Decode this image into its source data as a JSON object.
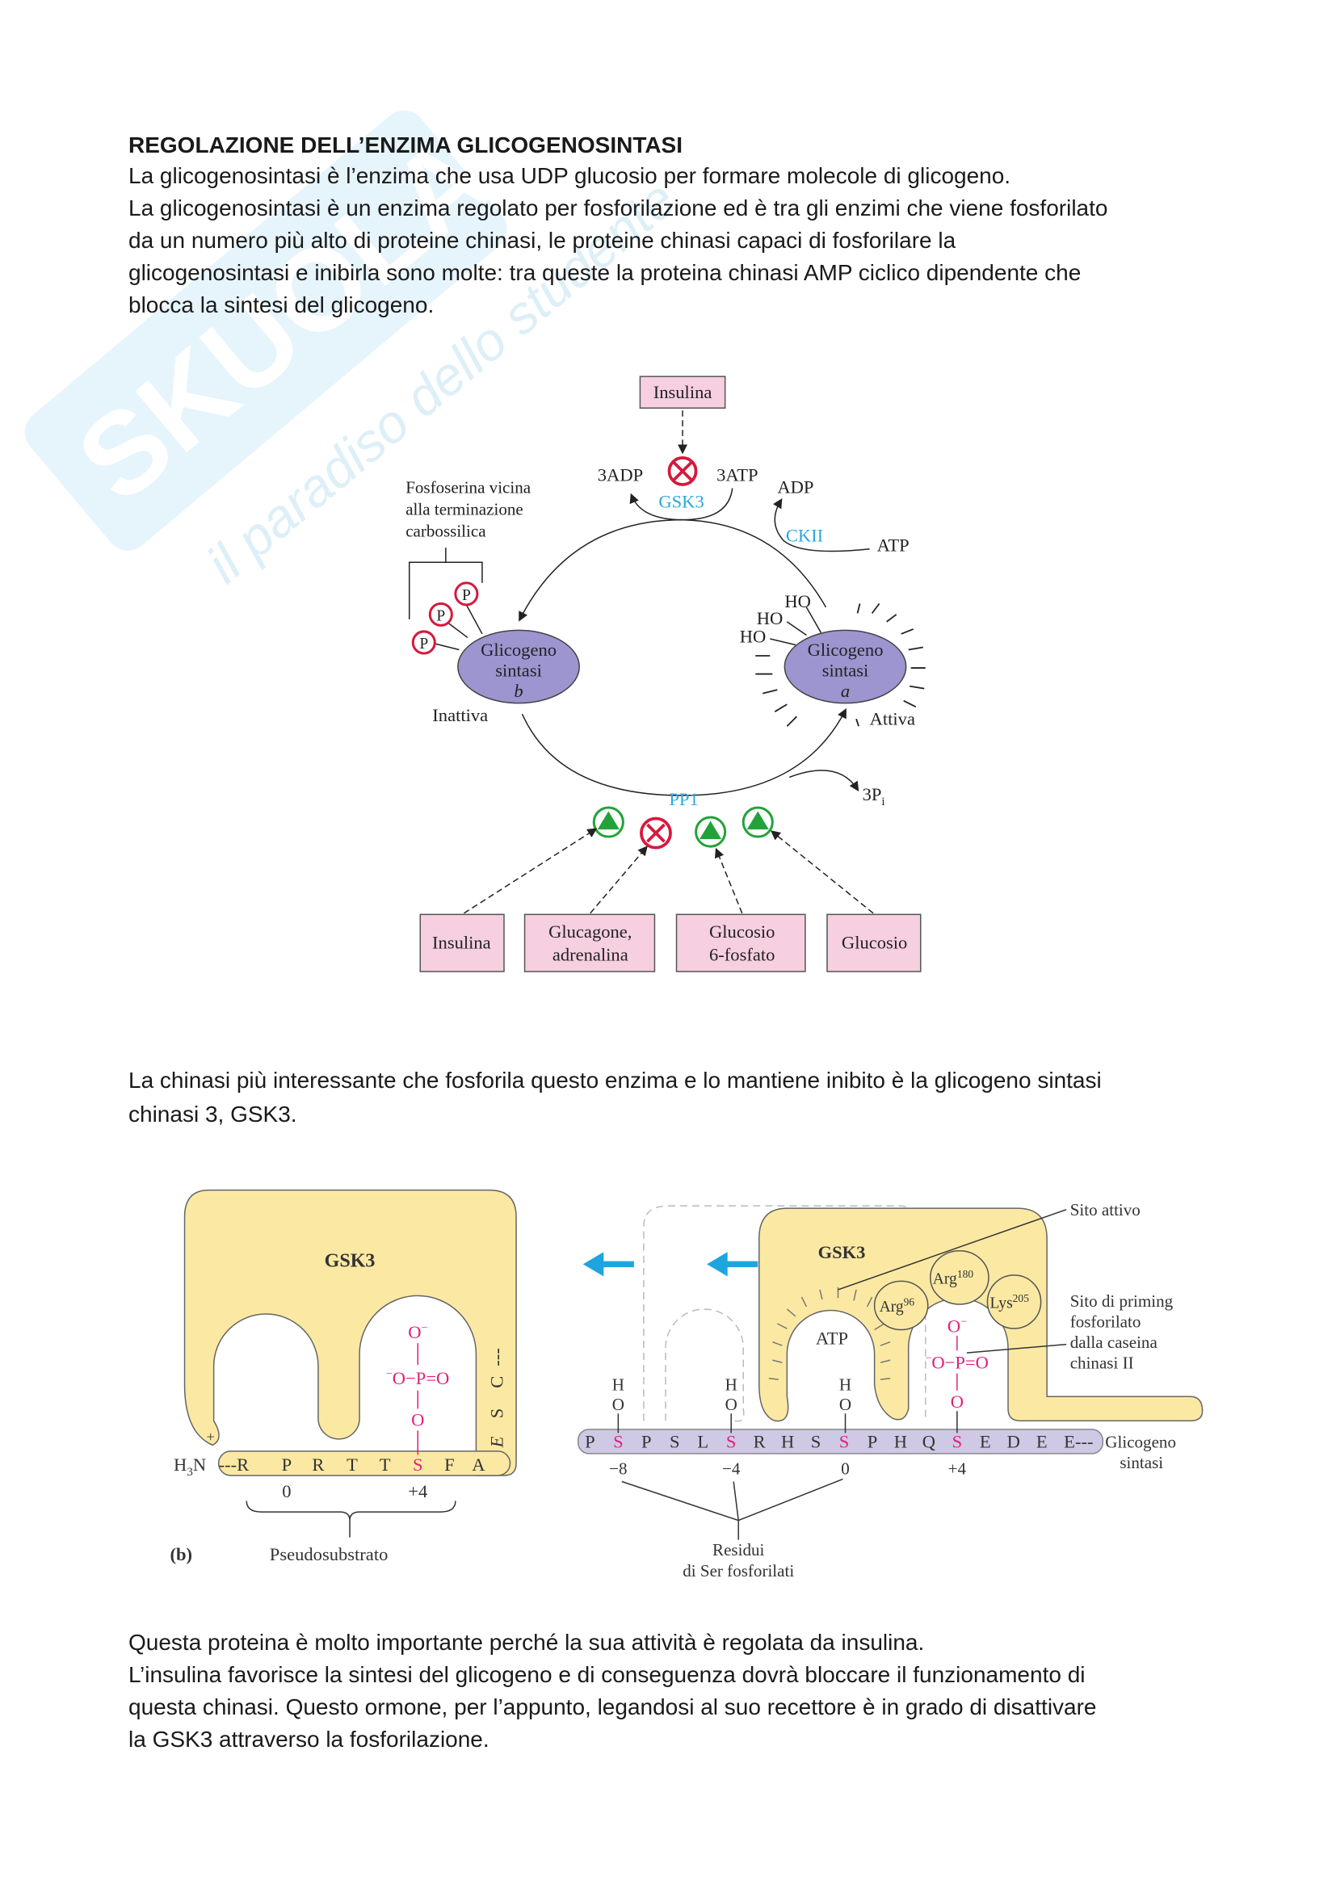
{
  "watermark": {
    "brand": "SKUOLA.NET",
    "tagline": "il paradiso dello studente"
  },
  "section1": {
    "heading": "REGOLAZIONE DELL’ENZIMA GLICOGENOSINTASI",
    "lines": [
      "La glicogenosintasi è l’enzima che usa UDP glucosio per formare molecole di glicogeno.",
      "La glicogenosintasi è un enzima regolato per fosforilazione ed è tra gli enzimi che viene fosforilato",
      "da un numero più alto di proteine chinasi, le proteine chinasi capaci di fosforilare la",
      "glicogenosintasi e inibirla sono molte: tra queste la proteina chinasi AMP ciclico dipendente che",
      "blocca la sintesi del glicogeno."
    ]
  },
  "figure1": {
    "insulina_top": "Insulina",
    "adp3": "3ADP",
    "atp3": "3ATP",
    "gsk3": "GSK3",
    "adp": "ADP",
    "ckii": "CKII",
    "atp": "ATP",
    "fosfoserina": [
      "Fosfoserina vicina",
      "alla terminazione",
      "carbossilica"
    ],
    "p": "P",
    "enzyme_b": [
      "Glicogeno",
      "sintasi",
      "b"
    ],
    "enzyme_a": [
      "Glicogeno",
      "sintasi",
      "a"
    ],
    "ho": "HO",
    "inattiva": "Inattiva",
    "attiva": "Attiva",
    "pp1": "PP1",
    "pi": "3P",
    "pi_sub": "i",
    "boxes": [
      "Insulina",
      "Glucagone,",
      "adrenalina",
      "Glucosio",
      "6-fosfato",
      "Glucosio"
    ],
    "colors": {
      "box": "#f6cfe0",
      "enzyme": "#9c95d0",
      "inhibit": "#d6193c",
      "activate": "#22a33a",
      "label_blue": "#2aa7df"
    }
  },
  "section2": {
    "lines": [
      "La chinasi più interessante che fosforila questo enzima e lo mantiene inibito è la glicogeno sintasi",
      "chinasi 3, GSK3."
    ]
  },
  "figure2": {
    "gsk3": "GSK3",
    "h3n": "H",
    "h3n_sub": "3",
    "h3n_n": "N",
    "plus": "+",
    "pseudo_seq": [
      "---R",
      "P",
      "R",
      "T",
      "T",
      "S",
      "F",
      "A"
    ],
    "vertical_seq": [
      "E",
      "S",
      "C",
      "---"
    ],
    "o_minus": "O",
    "minus": "−",
    "p_eq_o": "O−P=O",
    "o": "O",
    "pos0": "0",
    "pos4": "+4",
    "panel": "(b)",
    "pseudosubstrato": "Pseudosubstrato",
    "atp": "ATP",
    "arg180": "Arg",
    "arg180_sup": "180",
    "arg96": "Arg",
    "arg96_sup": "96",
    "lys205": "Lys",
    "lys205_sup": "205",
    "sito_attivo": "Sito attivo",
    "sito_priming": [
      "Sito di priming",
      "fosforilato",
      "dalla caseina",
      "chinasi II"
    ],
    "h": "H",
    "substrate_seq": [
      "P",
      "S",
      "P",
      "S",
      "L",
      "S",
      "R",
      "H",
      "S",
      "S",
      "P",
      "H",
      "Q",
      "S",
      "E",
      "D",
      "E",
      "E---"
    ],
    "positions": [
      "−8",
      "−4",
      "0",
      "+4"
    ],
    "glicogeno_sintasi": [
      "Glicogeno",
      "sintasi"
    ],
    "residui": [
      "Residui",
      "di Ser fosforilati"
    ],
    "colors": {
      "kinase": "#fbe9a3",
      "substrate": "#cfc9e6",
      "phospho": "#e0207f",
      "arrow": "#1ea5e0"
    }
  },
  "section3": {
    "lines": [
      "Questa proteina è molto importante perché la sua attività è regolata da insulina.",
      "L’insulina favorisce la sintesi del glicogeno e di conseguenza dovrà bloccare il funzionamento di",
      "questa chinasi. Questo ormone, per l’appunto, legandosi al suo recettore è in grado di disattivare",
      "la GSK3 attraverso la fosforilazione."
    ]
  }
}
